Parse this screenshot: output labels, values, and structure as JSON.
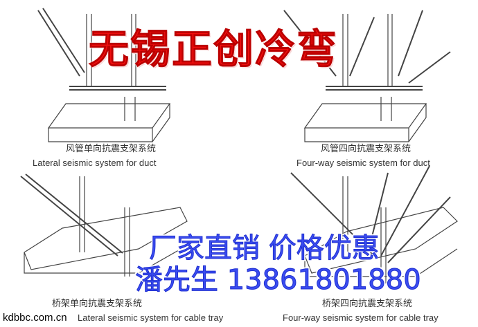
{
  "overlay": {
    "title": "无锡正创冷弯",
    "promo_line1": "厂家直销 价格优惠",
    "promo_line2": "潘先生 13861801880",
    "watermark": "kdbbc.com.cn"
  },
  "panels": [
    {
      "caption_cn": "风管单向抗震支架系统",
      "caption_en": "Lateral seismic system for duct"
    },
    {
      "caption_cn": "风管四向抗震支架系统",
      "caption_en": "Four-way seismic system for duct"
    },
    {
      "caption_cn": "桥架单向抗震支架系统",
      "caption_en": "Lateral seismic system for cable tray"
    },
    {
      "caption_cn": "桥架四向抗震支架系统",
      "caption_en": "Four-way seismic system for cable tray"
    }
  ]
}
